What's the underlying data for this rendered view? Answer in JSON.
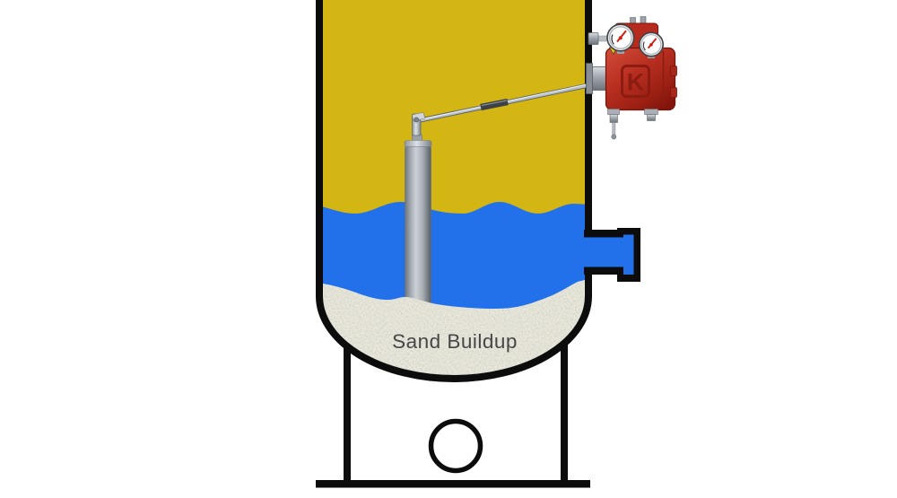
{
  "scene": {
    "type": "equipment-diagram",
    "labels": {
      "sand_buildup": "Sand Buildup"
    },
    "controller": {
      "brand_letter": "K"
    },
    "colors": {
      "oil": "#d3b513",
      "water": "#2271eb",
      "sand": "#edecdf",
      "outline": "#0c0c0c",
      "controller_red": "#b52c1f",
      "controller_dark_red": "#8c1b11",
      "displacer_gray": "#a8aeb4",
      "label_text": "#464646"
    },
    "components": [
      "vessel-shell",
      "oil-layer",
      "water-layer",
      "sand-layer",
      "displacer",
      "displacer-arm",
      "level-controller",
      "pressure-gauge-left",
      "pressure-gauge-right",
      "outlet-pipe",
      "vessel-stand",
      "stand-hole"
    ]
  }
}
